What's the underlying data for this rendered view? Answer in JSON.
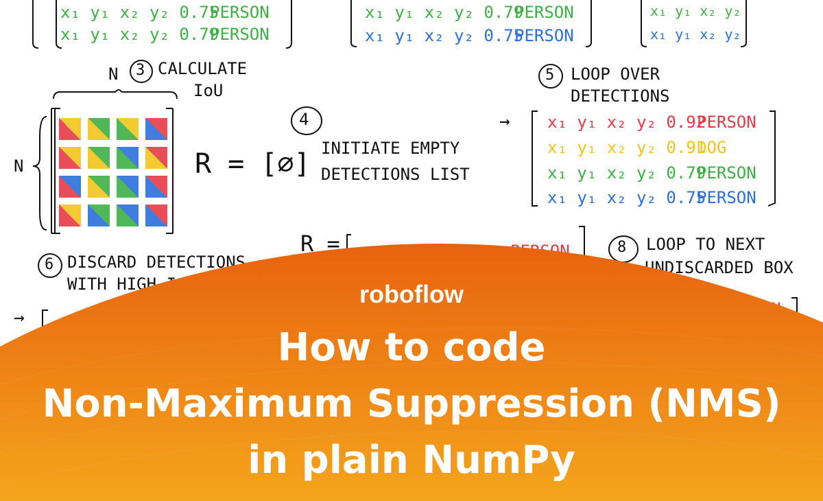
{
  "sketch": {
    "top_rows": [
      {
        "text": "x₁ y₁ x₂ y₂ 0.75",
        "label": "PERSON",
        "color": "#3cb043"
      },
      {
        "text": "x₁ y₁ x₂ y₂ 0.79",
        "label": "PERSON",
        "color": "#3cb043"
      },
      {
        "text": "x₁ y₁ x₂ y₂ 0.79",
        "label": "PERSON",
        "color": "#3cb043"
      },
      {
        "text": "x₁ y₁ x₂ y₂ 0.75",
        "label": "PERSON",
        "color": "#2a6fdb"
      },
      {
        "text": "x₁ y₁ x₂ y₂",
        "color": "#3cb043"
      },
      {
        "text": "x₁ y₁ x₂ y₂",
        "color": "#2a6fdb"
      }
    ],
    "step3": {
      "number": "3",
      "title": "CALCULATE",
      "subtitle": "IoU",
      "n_top": "N",
      "n_left": "N"
    },
    "iou_matrix_colors": [
      [
        "#e63946",
        "#f2c41a",
        "#3cb043",
        "#2a6fdb"
      ],
      [
        "#e63946",
        "#f2c41a",
        "#3cb043",
        "#f2c41a"
      ],
      [
        "#e63946",
        "#f2c41a",
        "#3cb043",
        "#2a6fdb"
      ],
      [
        "#e63946",
        "#2a6fdb",
        "#3cb043",
        "#2a6fdb"
      ]
    ],
    "result_expr": "R = [∅]",
    "step4": {
      "number": "4",
      "line1": "INITIATE EMPTY",
      "line2": "DETECTIONS LIST"
    },
    "step5": {
      "number": "5",
      "line1": "LOOP OVER",
      "line2": "DETECTIONS"
    },
    "step5_rows": [
      {
        "text": "x₁ y₁ x₂ y₂ 0.92",
        "label": "PERSON",
        "color": "#e63946"
      },
      {
        "text": "x₁ y₁ x₂ y₂ 0.91",
        "label": "DOG",
        "color": "#f2c41a"
      },
      {
        "text": "x₁ y₁ x₂ y₂ 0.79",
        "label": "PERSON",
        "color": "#3cb043"
      },
      {
        "text": "x₁ y₁ x₂ y₂ 0.75",
        "label": "PERSON",
        "color": "#2a6fdb"
      }
    ],
    "step6": {
      "number": "6",
      "line1": "DISCARD DETECTIONS",
      "line2": "WITH HIGH IoU"
    },
    "step8": {
      "number": "8",
      "line1": "LOOP TO NEXT",
      "line2": "UNDISCARDED BOX"
    },
    "partial": {
      "r_label": "R =",
      "person_mid": "PERSON",
      "person_right": "PERSON",
      "arrow": "→"
    }
  },
  "banner": {
    "brand": "roboflow",
    "title_lines": [
      "How to code",
      "Non-Maximum Suppression (NMS)",
      "in plain NumPy"
    ],
    "color_top": "#e8620e",
    "color_bottom": "#f4a51c"
  }
}
